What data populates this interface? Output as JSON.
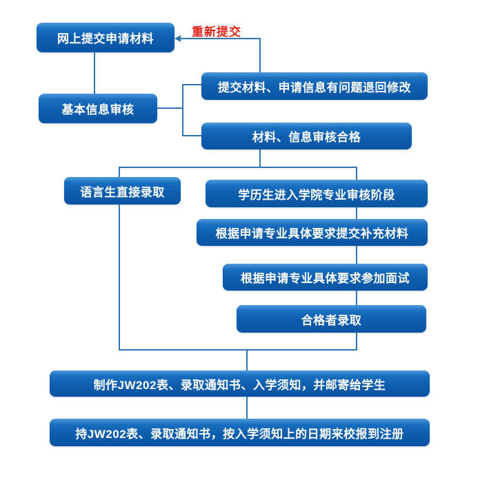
{
  "flow": {
    "resubmit_label": "重新提交",
    "nodes": [
      {
        "id": "submit-online",
        "label": "网上提交申请材料"
      },
      {
        "id": "basic-review",
        "label": "基本信息审核"
      },
      {
        "id": "return-modify",
        "label": "提交材料、申请信息有问题退回修改"
      },
      {
        "id": "review-pass",
        "label": "材料、信息审核合格"
      },
      {
        "id": "language-admit",
        "label": "语言生直接录取"
      },
      {
        "id": "degree-review",
        "label": "学历生进入学院专业审核阶段"
      },
      {
        "id": "supplement-materials",
        "label": "根据申请专业具体要求提交补充材料"
      },
      {
        "id": "interview",
        "label": "根据申请专业具体要求参加面试"
      },
      {
        "id": "qualified-admit",
        "label": "合格者录取"
      },
      {
        "id": "make-documents",
        "label": "制作JW202表、录取通知书、入学须知，并邮寄给学生"
      },
      {
        "id": "register",
        "label": "持JW202表、录取通知书，按入学须知上的日期来校报到注册"
      }
    ],
    "colors": {
      "box_gradient_top": "#4d9bdd",
      "box_gradient_bottom": "#0a55a3",
      "connector_line": "#2e75b6",
      "resubmit_text": "#e0251b",
      "box_text": "#ffffff",
      "background": "#ffffff"
    }
  }
}
